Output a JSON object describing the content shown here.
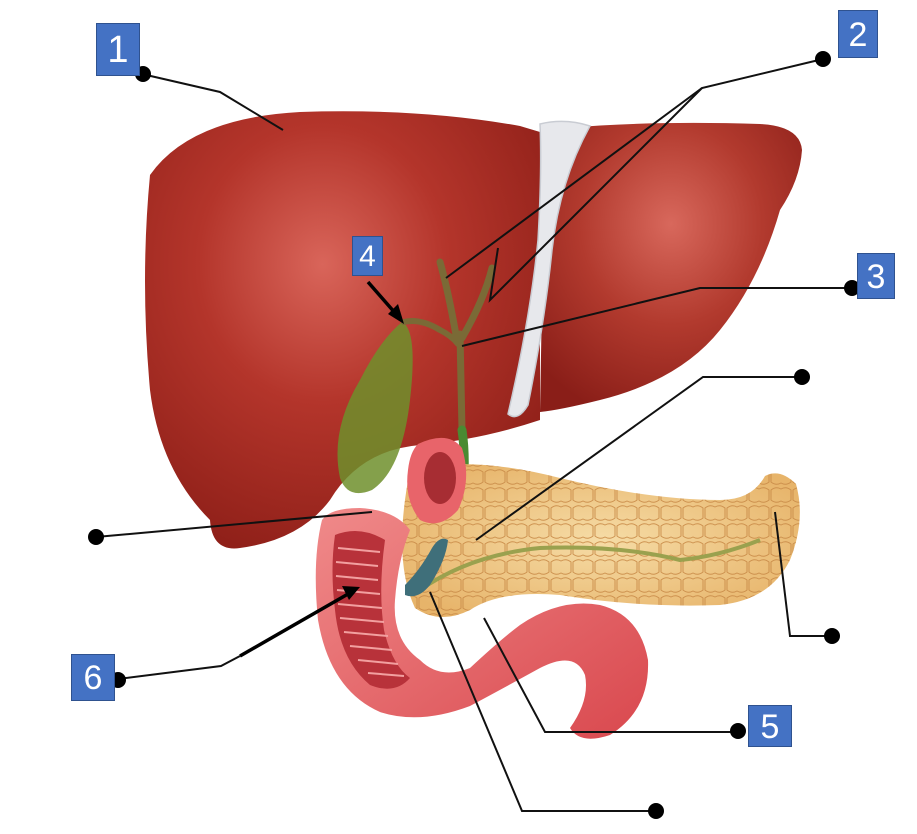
{
  "labels": [
    {
      "id": "1",
      "text": "1"
    },
    {
      "id": "2",
      "text": "2"
    },
    {
      "id": "3",
      "text": "3"
    },
    {
      "id": "4",
      "text": "4"
    },
    {
      "id": "5",
      "text": "5"
    },
    {
      "id": "6",
      "text": "6"
    }
  ],
  "colors": {
    "badge": "#4472c4",
    "liver": "#a52a22",
    "pancreas": "#f0c98a",
    "duodenum": "#e8646a",
    "gallbladder": "#5e8a2a",
    "leader": "#111111"
  }
}
